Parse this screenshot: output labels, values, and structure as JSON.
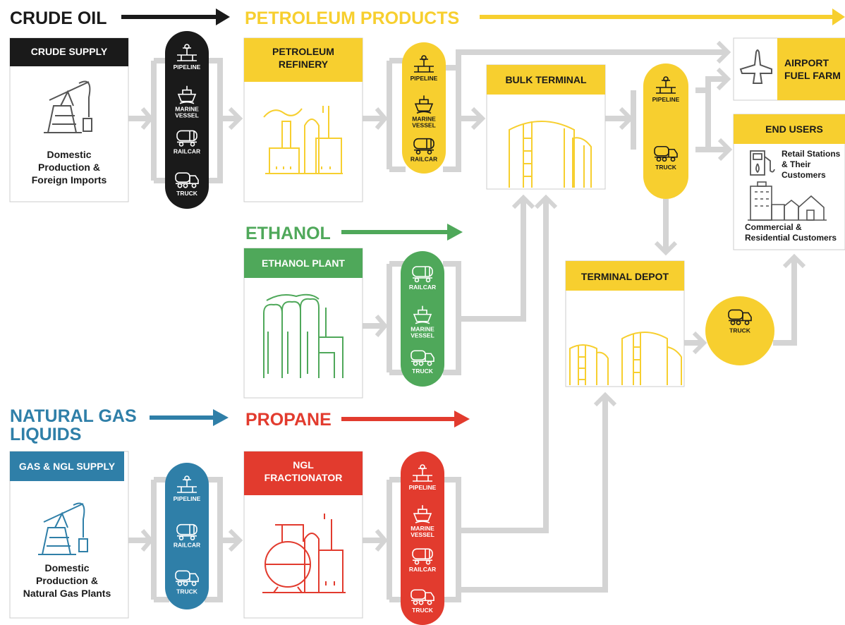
{
  "colors": {
    "black": "#1a1a1a",
    "yellow": "#f7cf2f",
    "green": "#4fa85a",
    "blue": "#2f7fa8",
    "red": "#e23b2e",
    "gray_line": "#d4d4d4",
    "border": "#cccccc"
  },
  "headers": {
    "crude_oil": "CRUDE OIL",
    "petroleum_products": "PETROLEUM PRODUCTS",
    "ethanol": "ETHANOL",
    "ngl_line1": "NATURAL GAS",
    "ngl_line2": "LIQUIDS",
    "propane": "PROPANE"
  },
  "boxes": {
    "crude_supply": {
      "title": "CRUDE SUPPLY",
      "desc": [
        "Domestic",
        "Production &",
        "Foreign Imports"
      ],
      "icon": "pumpjack-icon"
    },
    "refinery": {
      "title": [
        "PETROLEUM",
        "REFINERY"
      ],
      "icon": "refinery-icon"
    },
    "bulk_terminal": {
      "title": "BULK TERMINAL",
      "icon": "storage-tanks-icon"
    },
    "airport": {
      "title": [
        "AIRPORT",
        "FUEL FARM"
      ],
      "icon": "airplane-icon"
    },
    "end_users": {
      "title": "END USERS",
      "item1": [
        "Retail Stations",
        "& Their",
        "Customers"
      ],
      "item2": [
        "Commercial &",
        "Residential Customers"
      ],
      "icons": [
        "fuel-pump-icon",
        "buildings-icon"
      ]
    },
    "ethanol_plant": {
      "title": "ETHANOL PLANT",
      "icon": "ethanol-plant-icon"
    },
    "terminal_depot": {
      "title": "TERMINAL DEPOT",
      "icon": "depot-tanks-icon"
    },
    "gas_ngl_supply": {
      "title": "GAS & NGL SUPPLY",
      "desc": [
        "Domestic",
        "Production &",
        "Natural Gas Plants"
      ],
      "icon": "pumpjack-icon"
    },
    "ngl_fractionator": {
      "title": [
        "NGL",
        "FRACTIONATOR"
      ],
      "icon": "fractionator-icon"
    }
  },
  "transport": {
    "pipeline": "PIPELINE",
    "marine_vessel": [
      "MARINE",
      "VESSEL"
    ],
    "railcar": "RAILCAR",
    "truck": "TRUCK"
  },
  "pills": {
    "crude": [
      "pipeline",
      "marine_vessel",
      "railcar",
      "truck"
    ],
    "refinery_out": [
      "pipeline",
      "marine_vessel",
      "railcar"
    ],
    "bulk_out": [
      "pipeline",
      "truck"
    ],
    "ethanol": [
      "railcar",
      "marine_vessel",
      "truck"
    ],
    "ngl": [
      "pipeline",
      "railcar",
      "truck"
    ],
    "propane": [
      "pipeline",
      "marine_vessel",
      "railcar",
      "truck"
    ],
    "depot_out": [
      "truck"
    ]
  }
}
